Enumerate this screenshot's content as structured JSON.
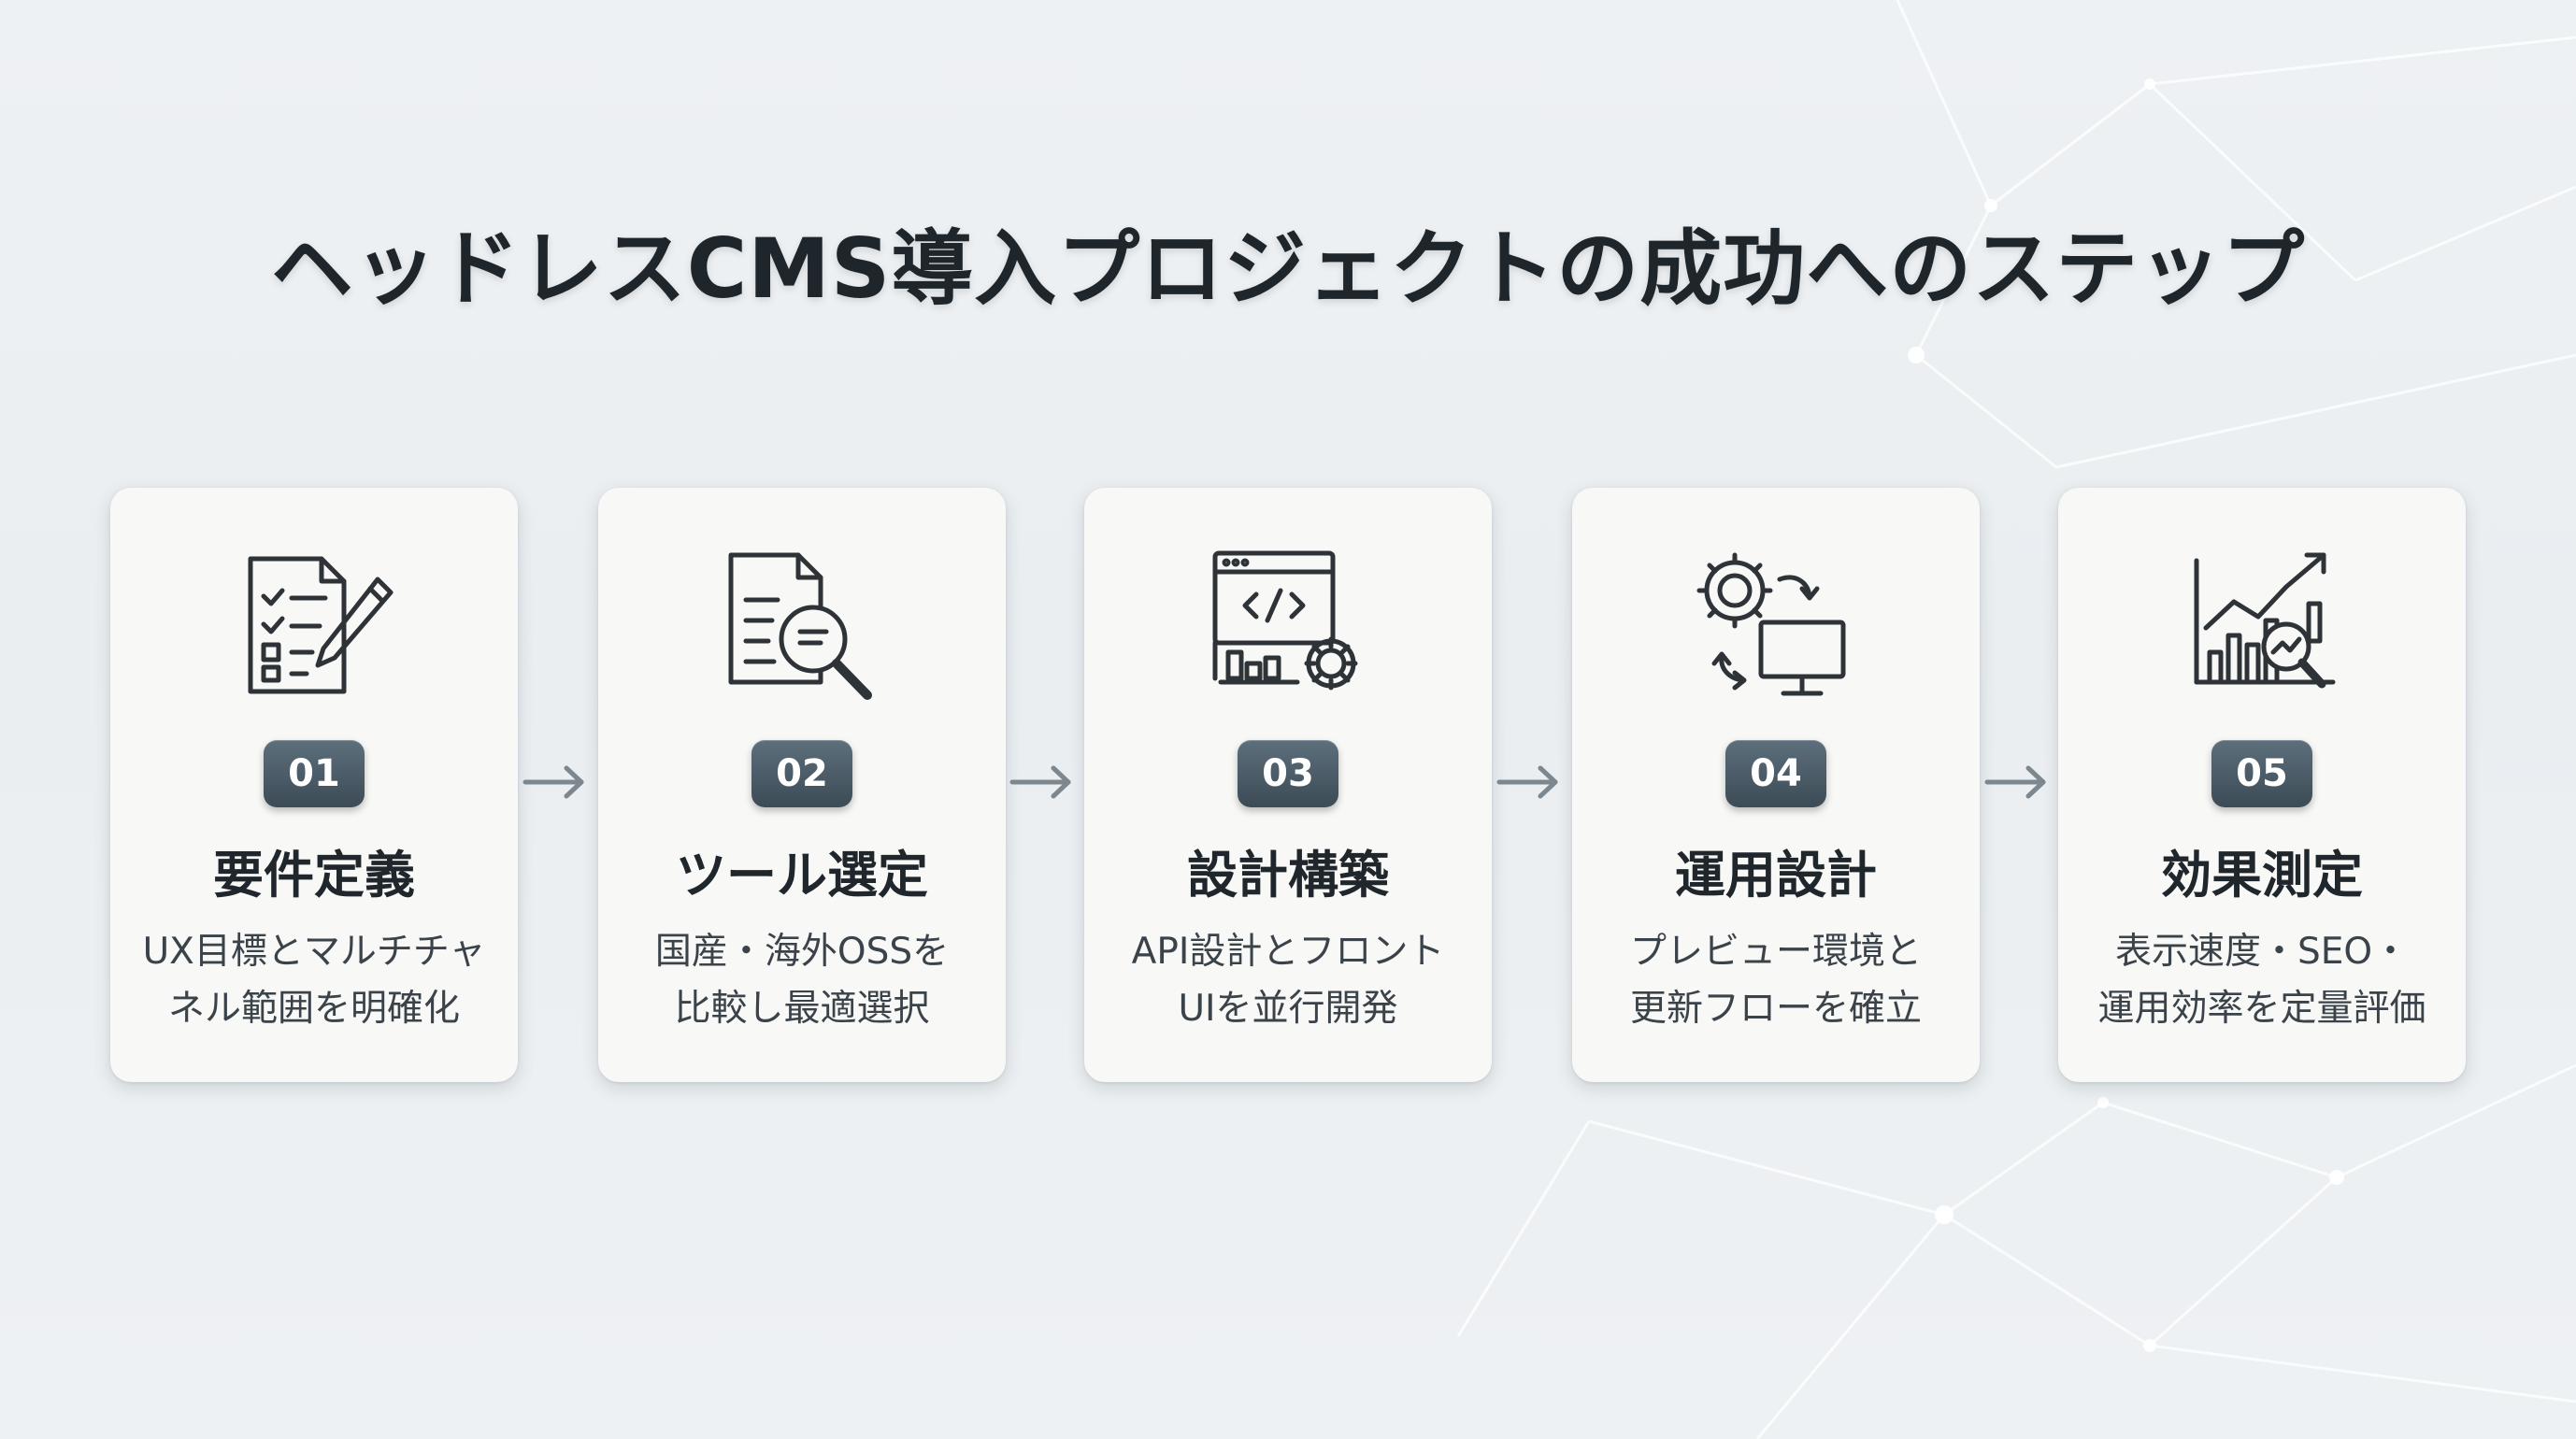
{
  "title": "ヘッドレスCMS導入プロジェクトの成功へのステップ",
  "colors": {
    "background": "#eef1f3",
    "card": "#f8f8f6",
    "badge": "#4a5a66",
    "title_text": "#1e252b",
    "arrow": "#7c8790"
  },
  "steps": [
    {
      "number": "01",
      "title": "要件定義",
      "desc_line1": "UX目標とマルチチャ",
      "desc_line2": "ネル範囲を明確化",
      "icon": "checklist-pencil-icon"
    },
    {
      "number": "02",
      "title": "ツール選定",
      "desc_line1": "国産・海外OSSを",
      "desc_line2": "比較し最適選択",
      "icon": "document-search-icon"
    },
    {
      "number": "03",
      "title": "設計構築",
      "desc_line1": "API設計とフロント",
      "desc_line2": "UIを並行開発",
      "icon": "code-window-gear-icon"
    },
    {
      "number": "04",
      "title": "運用設計",
      "desc_line1": "プレビュー環境と",
      "desc_line2": "更新フローを確立",
      "icon": "gear-monitor-cycle-icon"
    },
    {
      "number": "05",
      "title": "効果測定",
      "desc_line1": "表示速度・SEO・",
      "desc_line2": "運用効率を定量評価",
      "icon": "chart-magnifier-icon"
    }
  ]
}
